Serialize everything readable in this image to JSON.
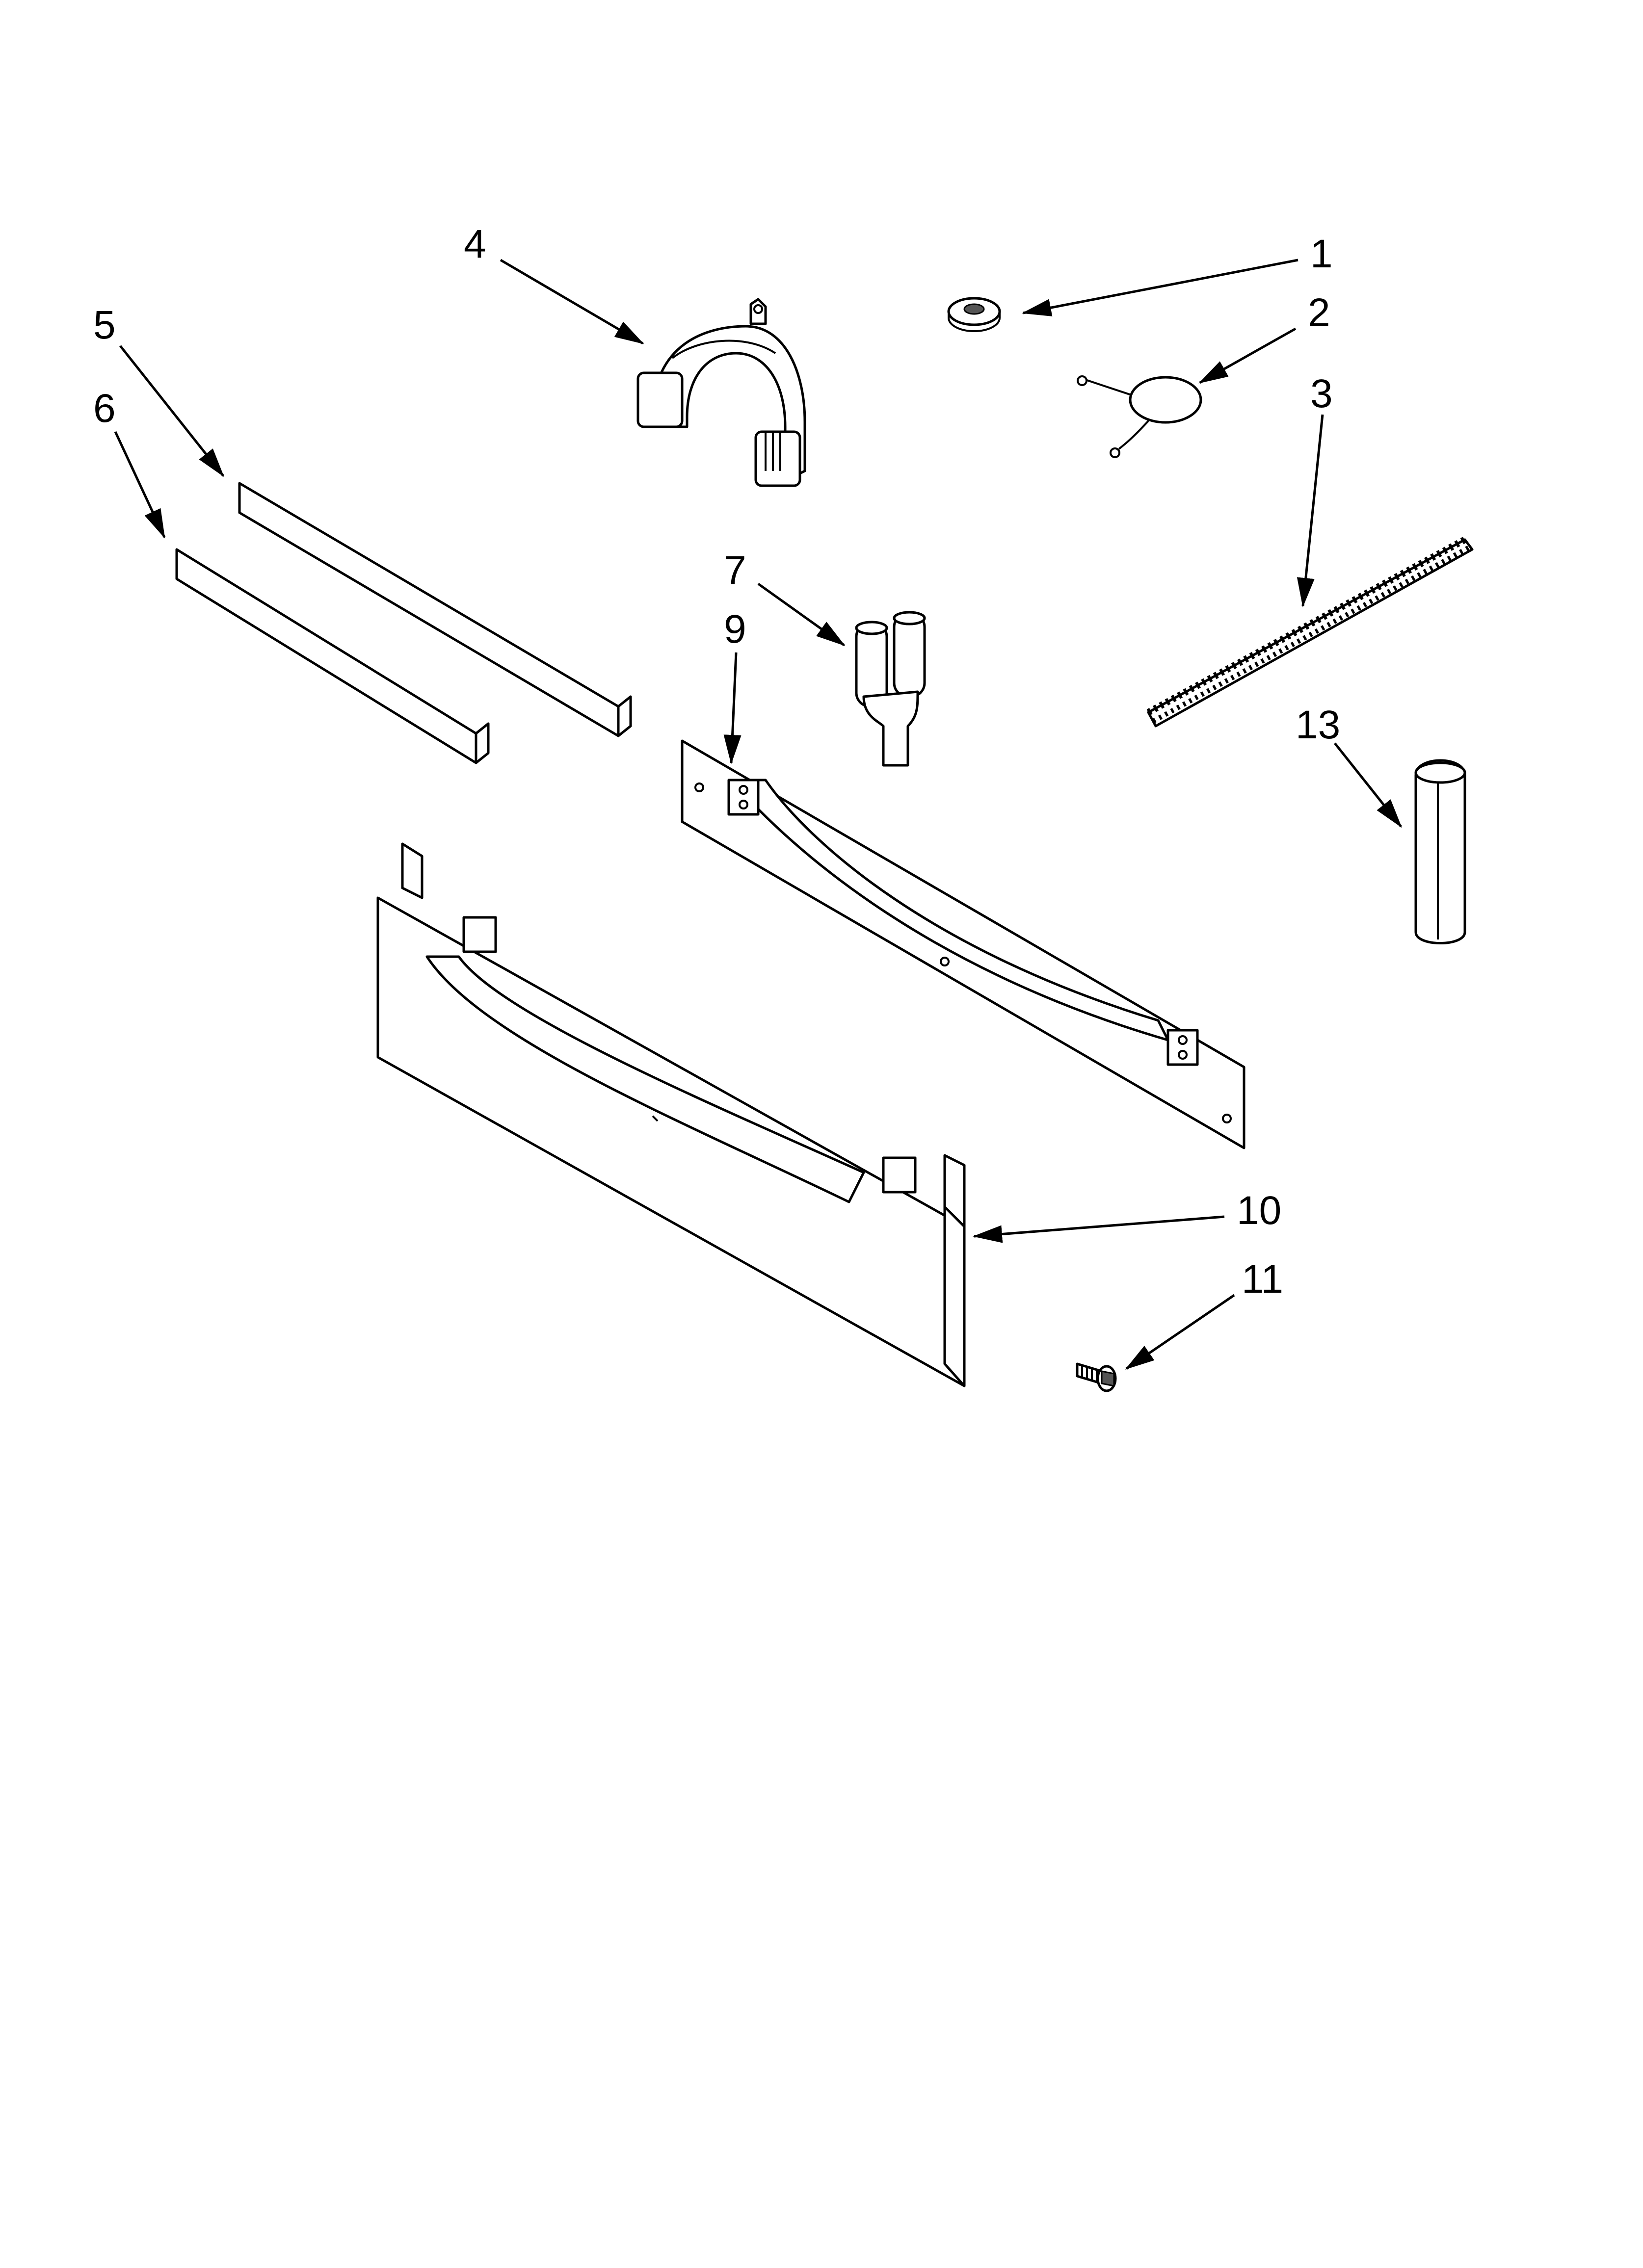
{
  "diagram": {
    "callouts": [
      {
        "id": "callout-1",
        "label": "1"
      },
      {
        "id": "callout-2",
        "label": "2"
      },
      {
        "id": "callout-3",
        "label": "3"
      },
      {
        "id": "callout-4",
        "label": "4"
      },
      {
        "id": "callout-5",
        "label": "5"
      },
      {
        "id": "callout-6",
        "label": "6"
      },
      {
        "id": "callout-7",
        "label": "7"
      },
      {
        "id": "callout-9",
        "label": "9"
      },
      {
        "id": "callout-10",
        "label": "10"
      },
      {
        "id": "callout-11",
        "label": "11"
      },
      {
        "id": "callout-13",
        "label": "13"
      }
    ]
  }
}
